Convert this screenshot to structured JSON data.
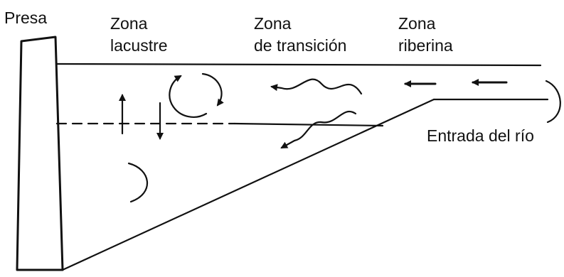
{
  "labels": {
    "dam": "Presa",
    "lacustrine_line1": "Zona",
    "lacustrine_line2": "lacustre",
    "transition_line1": "Zona",
    "transition_line2": "de transición",
    "riverine_line1": "Zona",
    "riverine_line2": "riberina",
    "river_inflow": "Entrada del río"
  },
  "colors": {
    "ink": "#111111",
    "background": "#ffffff"
  },
  "icons": {
    "circulation": "circular-arrows-icon",
    "vertical_mixing": "up-down-arrows-icon",
    "flow": "left-arrow-icon",
    "wavy_flow": "wavy-arrow-icon",
    "partial_circulation": "arc-icon"
  }
}
